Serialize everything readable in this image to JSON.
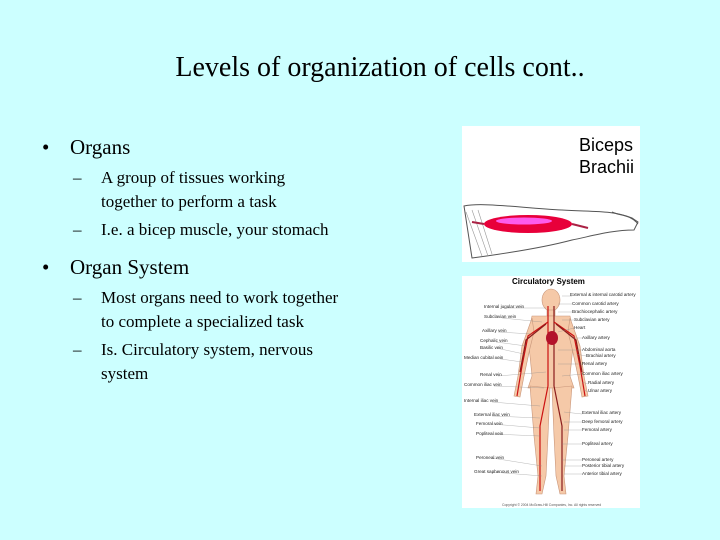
{
  "slide": {
    "title": "Levels of organization of cells cont..",
    "sections": [
      {
        "heading": "Organs",
        "points": [
          "A group of tissues working together to perform a task",
          "I.e. a bicep muscle, your stomach"
        ]
      },
      {
        "heading": "Organ System",
        "points": [
          "Most organs need to work together to complete a specialized task",
          "Is. Circulatory system, nervous system"
        ]
      }
    ],
    "bullet_glyph": "•",
    "dash_glyph": "–"
  },
  "biceps_image": {
    "label_line1": "Biceps",
    "label_line2": "Brachii"
  },
  "circulatory_image": {
    "title": "Circulatory System",
    "left_labels": [
      "Internal jugular vein",
      "Subclavian vein",
      "Axillary vein",
      "Cephalic vein",
      "Basilic vein",
      "Median cubital vein",
      "Renal vein",
      "Common iliac vein",
      "Internal iliac vein",
      "External iliac vein",
      "Femoral vein",
      "Popliteal vein",
      "Peroneal vein",
      "Great saphenous vein"
    ],
    "right_labels": [
      "External & internal carotid artery",
      "Common carotid artery",
      "Brachiocephalic artery",
      "Subclavian artery",
      "Heart",
      "Axillary artery",
      "Abdominal aorta",
      "Brachial artery",
      "Renal artery",
      "Common iliac artery",
      "Radial artery",
      "Ulnar artery",
      "External iliac artery",
      "Deep femoral artery",
      "Femoral artery",
      "Popliteal artery",
      "Peroneal artery",
      "Posterior tibial artery",
      "Anterior tibial artery"
    ],
    "copyright": "Copyright © 2004 McGraw-Hill Companies, Inc. All rights reserved"
  },
  "colors": {
    "background": "#ccffff",
    "muscle": "#e8003a",
    "muscle_highlight": "#ff66ff",
    "artery": "#cc1111",
    "vein": "#8a1c1c",
    "skin": "#f5c9a8"
  }
}
